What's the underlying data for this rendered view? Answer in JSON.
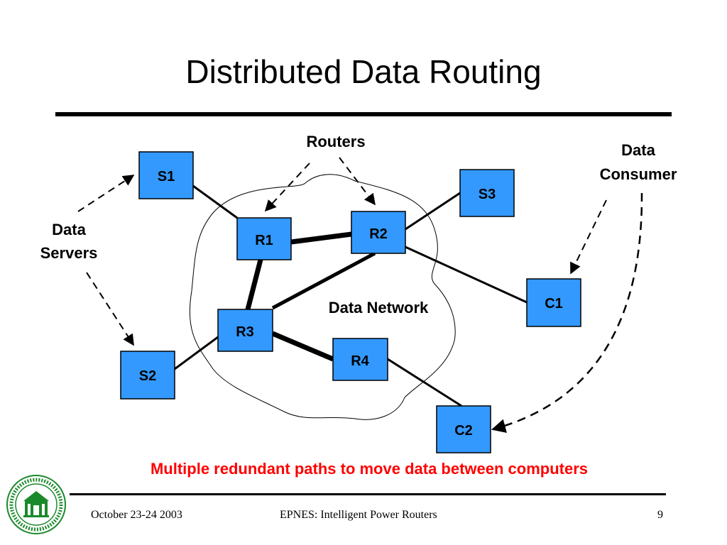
{
  "slide": {
    "title": "Distributed Data Routing",
    "caption": "Multiple redundant paths to move data between computers",
    "footer": {
      "date": "October 23-24 2003",
      "event": "EPNES: Intelligent Power Routers",
      "page_number": "9"
    },
    "colors": {
      "node_fill": "#3399ff",
      "caption": "#ff0000",
      "logo": "#1a8a2a"
    }
  },
  "diagram": {
    "nodes": {
      "s1": "S1",
      "s2": "S2",
      "s3": "S3",
      "r1": "R1",
      "r2": "R2",
      "r3": "R3",
      "r4": "R4",
      "c1": "C1",
      "c2": "C2"
    },
    "labels": {
      "routers": "Routers",
      "data_servers_line1": "Data",
      "data_servers_line2": "Servers",
      "data_consumer_line1": "Data",
      "data_consumer_line2": "Consumer",
      "data_network": "Data Network"
    }
  }
}
